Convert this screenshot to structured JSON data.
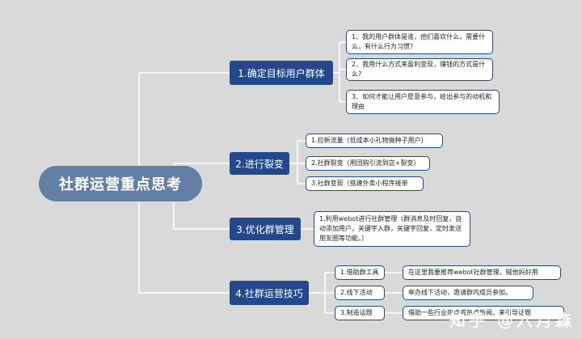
{
  "root": "社群运营重点思考",
  "branches": [
    {
      "label": "1.确定目标用户群体",
      "leaves": [
        "1、我的用户群体是谁，他们喜欢什么，需要什么，有什么行为习惯?",
        "2、我用什么方式来盈利变现，赚钱的方式是什么?",
        "3、如何才能让用户愿意参与，给出参与的动机和理由"
      ]
    },
    {
      "label": "2.进行裂变",
      "leaves": [
        "1.拉新流量（低成本小礼物做种子用户）",
        "2.社群裂变（用团购引流到店+裂变）",
        "3.社群变现（搭建外卖小程序接单"
      ]
    },
    {
      "label": "3.优化群管理",
      "leaves": [
        "1.利用webot进行社群管理（群消息及时回复，自动添加用户，关键字入群，关键字回复，定时发送朋友圈等功能。）"
      ]
    },
    {
      "label": "4.社群运营技巧",
      "leaves": [
        "1.借助群工具",
        "2.线下活动",
        "3.制造话题"
      ],
      "details": [
        "在这里我要推荐webot社群管理，贼他妈好用",
        "举办线下活动，邀请群内成员参加。",
        "借助一些行业热点或热点新闻，来引导话题"
      ]
    }
  ],
  "watermark": "知乎 @六月森"
}
